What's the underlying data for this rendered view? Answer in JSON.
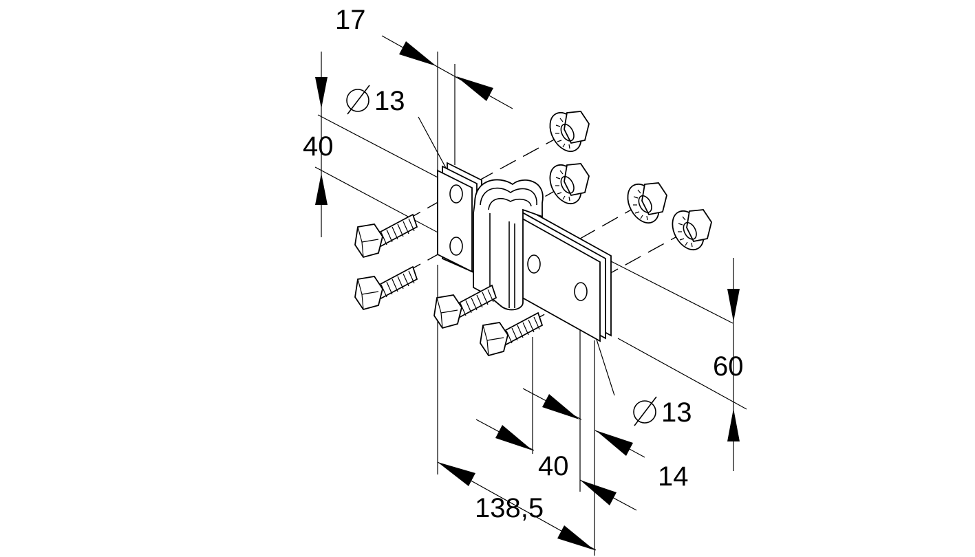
{
  "dimensions": {
    "d17": "17",
    "hole_top": "13",
    "hole_bottom": "13",
    "d40_left": "40",
    "d60": "60",
    "d40_bottom": "40",
    "d14": "14",
    "d138": "138,5"
  },
  "colors": {
    "line": "#000000",
    "background": "#ffffff"
  },
  "icons": {
    "diameter": "diameter-symbol"
  }
}
